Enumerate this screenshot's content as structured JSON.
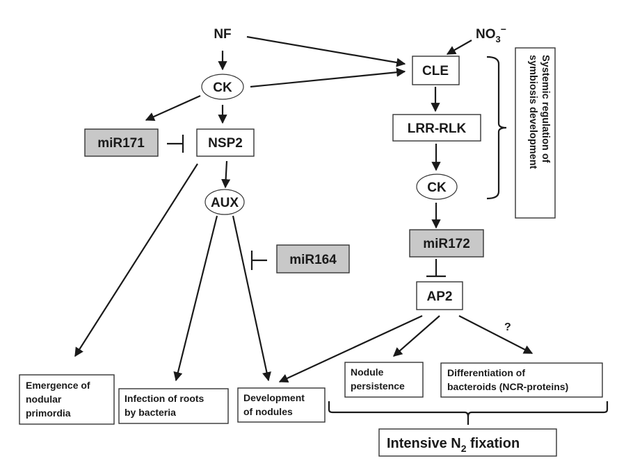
{
  "diagram": {
    "nodes": {
      "nf": "NF",
      "no3": "NO",
      "no3_sub": "3",
      "no3_sup": "−",
      "ck_top": "CK",
      "cle": "CLE",
      "mir171": "miR171",
      "nsp2": "NSP2",
      "lrr_rlk": "LRR-RLK",
      "aux": "AUX",
      "ck_right": "CK",
      "mir164": "miR164",
      "mir172": "miR172",
      "ap2": "AP2",
      "question": "?"
    },
    "outcomes": {
      "emergence": [
        "Emergence of",
        "nodular",
        "primordia"
      ],
      "infection": [
        "Infection of roots",
        "by bacteria"
      ],
      "development": [
        "Development",
        "of nodules"
      ],
      "persistence": [
        "Nodule",
        "persistence"
      ],
      "differentiation": [
        "Differentiation of",
        "bacteroids (NCR-proteins)"
      ]
    },
    "systemic_label": [
      "Systemic regulation of",
      "symbiosis development"
    ],
    "fixation": {
      "text_before": "Intensive N",
      "subscript": "2",
      "text_after": " fixation"
    },
    "colors": {
      "repressor_fill": "#c8c8c8",
      "line": "#1a1a1a"
    }
  }
}
